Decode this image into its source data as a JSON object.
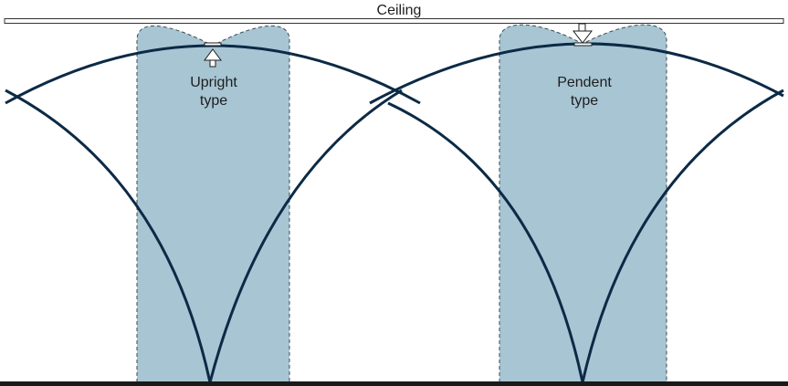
{
  "ceiling": {
    "label": "Ceiling"
  },
  "sprinklers": [
    {
      "type_word": "Upright",
      "type_suffix": "type"
    },
    {
      "type_word": "Pendent",
      "type_suffix": "type"
    }
  ],
  "colors": {
    "spray_zone_fill": "#a7c5d3",
    "spray_zone_outline": "#3b4a54",
    "arc_stroke": "#0c2a45",
    "floor": "#1a1a1a",
    "ceiling_outline": "#333333"
  }
}
